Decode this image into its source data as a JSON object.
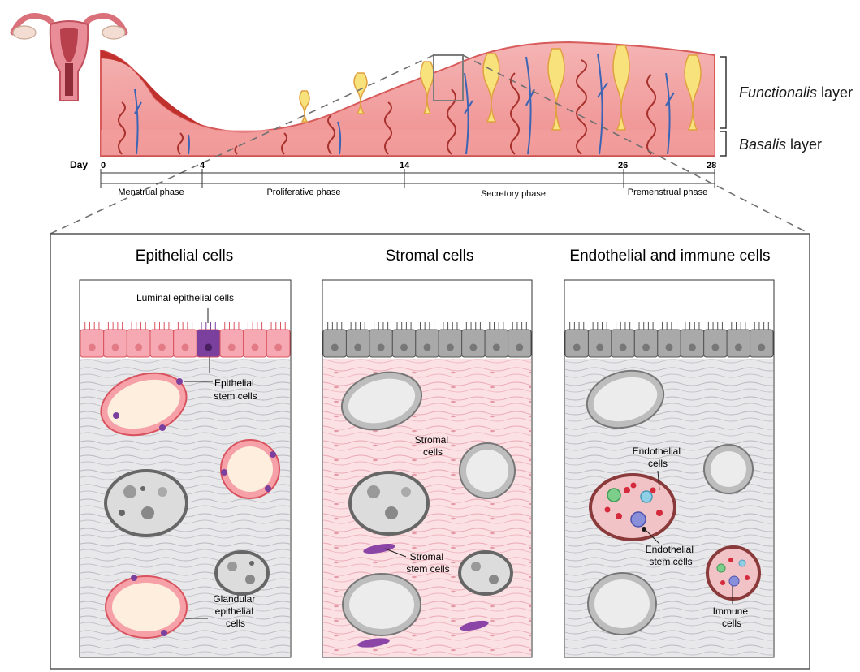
{
  "cycle": {
    "day_label": "Day",
    "days": [
      "0",
      "4",
      "14",
      "26",
      "28"
    ],
    "phases": [
      "Menstrual phase",
      "Proliferative phase",
      "Secretory phase",
      "Premenstrual phase"
    ],
    "layers": {
      "functionalis_italic": "Functionalis",
      "functionalis_rest": " layer",
      "basalis_italic": "Basalis",
      "basalis_rest": " layer"
    }
  },
  "panels": [
    {
      "title": "Epithelial cells"
    },
    {
      "title": "Stromal cells"
    },
    {
      "title": "Endothelial and immune cells"
    }
  ],
  "labels": {
    "luminal": "Luminal epithelial cells",
    "epi_stem": [
      "Epithelial",
      "stem cells"
    ],
    "glandular": [
      "Glandular",
      "epithelial",
      "cells"
    ],
    "stromal": [
      "Stromal",
      "cells"
    ],
    "stromal_stem": [
      "Stromal",
      "stem cells"
    ],
    "endothelial": [
      "Endothelial",
      "cells"
    ],
    "endo_stem": [
      "Endothelial",
      "stem cells"
    ],
    "immune": [
      "Immune",
      "cells"
    ]
  },
  "colors": {
    "tissue": "#f2aeae",
    "tissue_dark": "#c4302b",
    "epithelium": "#f6a9b2",
    "stem": "#7b3f9e",
    "gland_lumen": "#fdeedd",
    "stroma_grey": "#e7e7ea",
    "stroma_pink": "#f9dde2",
    "artery": "#a8322d",
    "vein": "#3b64b5"
  }
}
